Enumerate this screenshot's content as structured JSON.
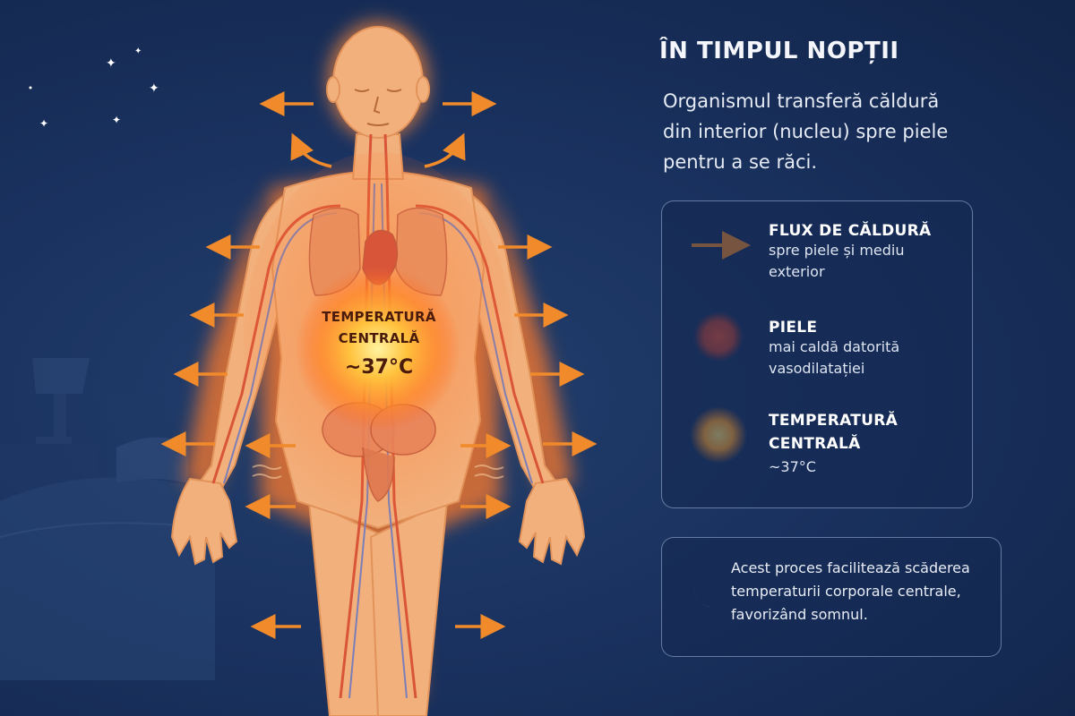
{
  "header": {
    "title": "ÎN TIMPUL NOPȚII",
    "intro_lines": [
      "Organismul transferă căldură",
      "din interior (nucleu) spre piele",
      "pentru a se răci."
    ]
  },
  "body_label": {
    "line1": "TEMPERATURĂ",
    "line2": "CENTRALĂ",
    "value": "~37°C"
  },
  "legend": {
    "items": [
      {
        "icon": "arrow-icon",
        "title": "FLUX DE CĂLDURĂ",
        "desc_lines": [
          "spre piele și mediu",
          "exterior"
        ]
      },
      {
        "icon": "red-dot-icon",
        "title": "PIELE",
        "desc_lines": [
          "mai caldă datorită",
          "vasodilatației"
        ]
      },
      {
        "icon": "orange-glow-icon",
        "title_lines": [
          "TEMPERATURĂ",
          "CENTRALĂ"
        ],
        "desc_lines": [
          "~37°C"
        ]
      }
    ]
  },
  "note": {
    "icon": "moon-icon",
    "lines": [
      "Acest proces facilitează scăderea",
      "temperaturii corporale centrale,",
      "favorizând somnul."
    ]
  },
  "colors": {
    "background": "#1a3260",
    "arrow": "#f08a2a",
    "skin": "#f2b07c",
    "core_glow": "#ffb43a",
    "skin_dot": "#d9523a"
  }
}
